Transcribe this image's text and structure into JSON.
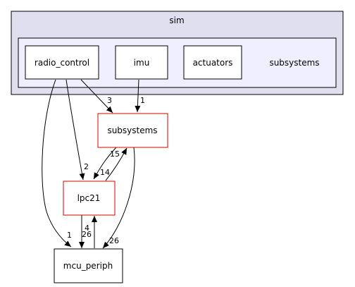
{
  "clusters": {
    "outer": {
      "label": "sim",
      "fill": "#dfdfef",
      "stroke": "#000000"
    },
    "inner": {
      "label": "subsystems",
      "fill": "#efefff",
      "stroke": "#000000"
    }
  },
  "nodes": {
    "radio_control": {
      "label": "radio_control"
    },
    "imu": {
      "label": "imu"
    },
    "actuators": {
      "label": "actuators"
    },
    "subsystems": {
      "label": "subsystems",
      "border": "#d40000"
    },
    "lpc21": {
      "label": "lpc21",
      "border": "#d40000"
    },
    "mcu_periph": {
      "label": "mcu_periph"
    }
  },
  "edges": {
    "radio_control_subsystems": "3",
    "imu_subsystems": "1",
    "radio_control_lpc21": "2",
    "radio_control_mcu_periph": "1",
    "subsystems_lpc21": "14",
    "lpc21_subsystems": "15",
    "lpc21_mcu_periph": "26",
    "mcu_periph_lpc21": "4",
    "subsystems_mcu_periph": "26"
  }
}
